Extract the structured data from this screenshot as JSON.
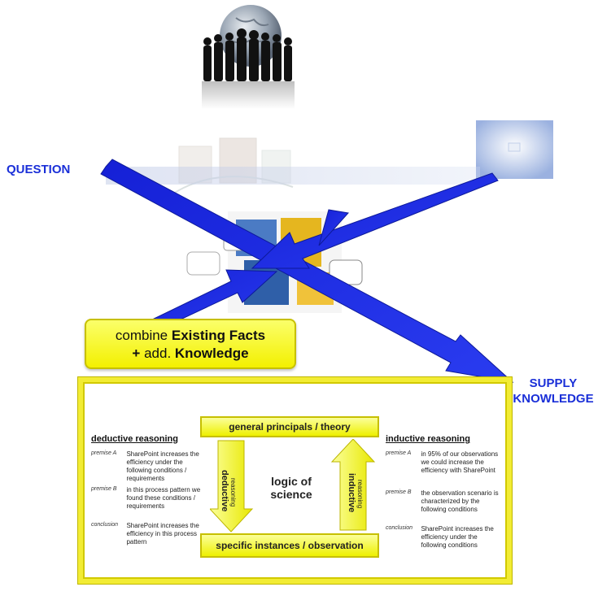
{
  "labels": {
    "question": "QUESTION",
    "supply_line1": "SUPPLY",
    "supply_line2": "KNOWLEDGE"
  },
  "callout": {
    "part1": "combine ",
    "part2": "Existing Facts",
    "part3": "+ ",
    "part4": "add. ",
    "part5": "Knowledge"
  },
  "science": {
    "top_box": "general principals / theory",
    "bottom_box": "specific instances / observation",
    "center_line1": "logic of",
    "center_line2": "science",
    "left_arrow_main": "deductive",
    "left_arrow_sub": "reasoning",
    "right_arrow_main": "inductive",
    "right_arrow_sub": "reasoning",
    "deductive": {
      "heading": "deductive reasoning",
      "rows": [
        {
          "key": "premise A",
          "text": "SharePoint increases the efficiency under the following conditions / requirements"
        },
        {
          "key": "premise B",
          "text": "in this process pattern we found these conditions / requirements"
        },
        {
          "key": "conclusion",
          "text": "SharePoint increases the efficiency in this process pattern"
        }
      ]
    },
    "inductive": {
      "heading": "inductive reasoning",
      "rows": [
        {
          "key": "premise A",
          "text": "in 95% of our observations we could increase the efficiency with SharePoint"
        },
        {
          "key": "premise B",
          "text": "the observation scenario is characterized by the following conditions"
        },
        {
          "key": "conclusion",
          "text": "SharePoint increases the efficiency under the following conditions"
        }
      ]
    }
  },
  "colors": {
    "arrow_blue": "#1a2fd8",
    "box_yellow": "#f2ec34",
    "label_blue": "#1a2fd8"
  }
}
